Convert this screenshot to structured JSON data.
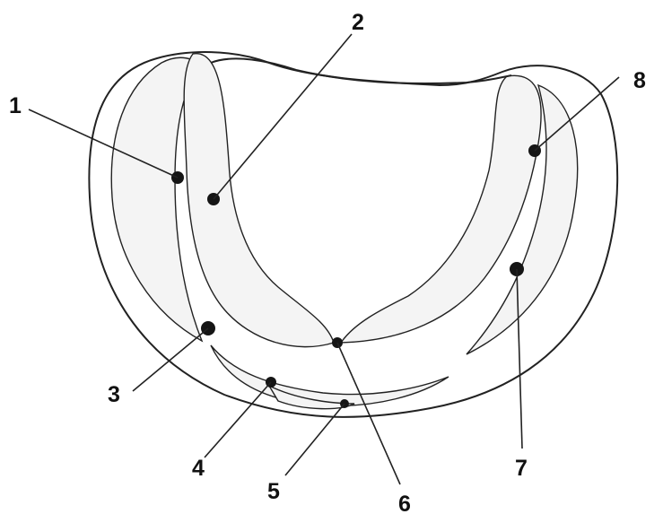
{
  "labels": [
    "1",
    "2",
    "3",
    "4",
    "5",
    "6",
    "7",
    "8"
  ],
  "colors": {
    "ink": "#151515",
    "stipple": "#2a2a2a",
    "background": "#ffffff"
  }
}
